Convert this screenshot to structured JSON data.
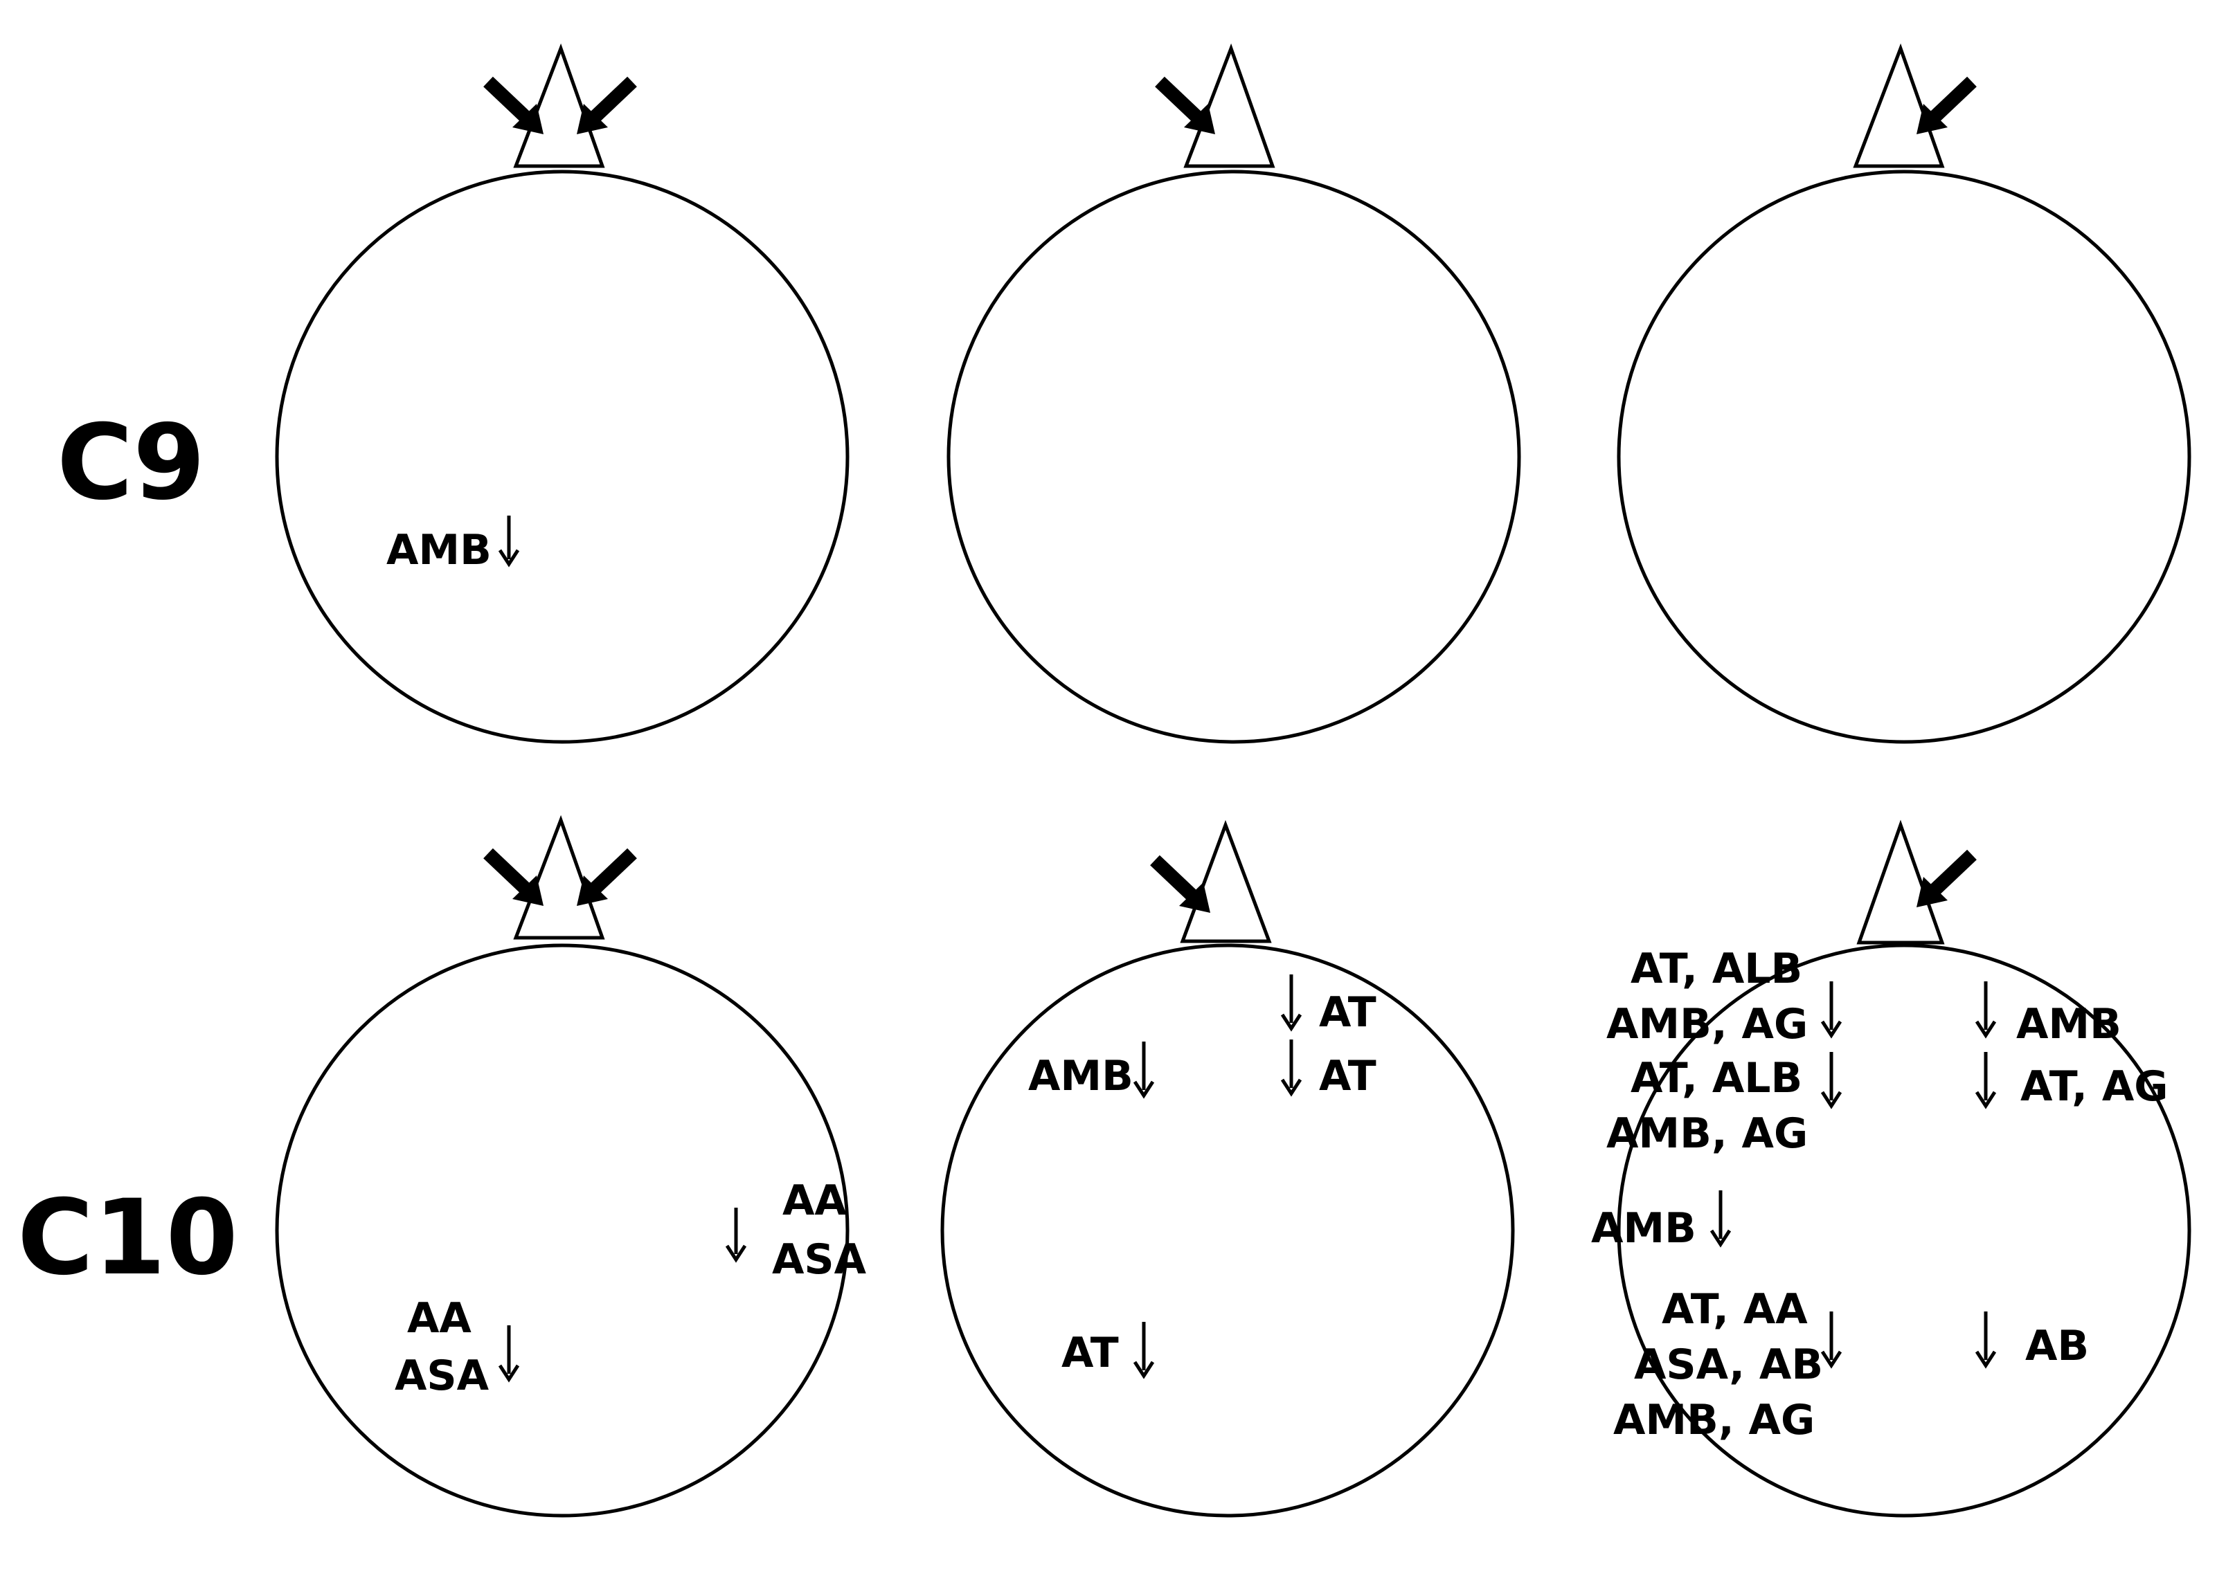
{
  "colors": {
    "stroke": "#000000",
    "background": "#ffffff"
  },
  "rows": [
    {
      "label": "C9",
      "panels": [
        {
          "arrows": [
            "left",
            "right"
          ],
          "annotations": [
            {
              "lines": [
                "AMB"
              ],
              "arrow_side": "right"
            }
          ]
        },
        {
          "arrows": [
            "left"
          ],
          "annotations": []
        },
        {
          "arrows": [
            "right"
          ],
          "annotations": []
        }
      ]
    },
    {
      "label": "C10",
      "panels": [
        {
          "arrows": [
            "left",
            "right"
          ],
          "annotations": [
            {
              "lines": [
                "AA",
                "ASA"
              ],
              "arrow_side": "left"
            },
            {
              "lines": [
                "AA",
                "ASA"
              ],
              "arrow_side": "right"
            }
          ]
        },
        {
          "arrows": [
            "left"
          ],
          "annotations": [
            {
              "lines": [
                "AT"
              ],
              "arrow_side": "left"
            },
            {
              "lines": [
                "AT"
              ],
              "arrow_side": "left"
            },
            {
              "lines": [
                "AMB"
              ],
              "arrow_side": "right"
            },
            {
              "lines": [
                "AT"
              ],
              "arrow_side": "right"
            }
          ]
        },
        {
          "arrows": [
            "right"
          ],
          "annotations": [
            {
              "lines": [
                "AT, ALB",
                "AMB, AG"
              ],
              "arrow_side": "right"
            },
            {
              "lines": [
                "AT, ALB",
                "AMB, AG"
              ],
              "arrow_side": "right"
            },
            {
              "lines": [
                "AMB"
              ],
              "arrow_side": "left"
            },
            {
              "lines": [
                "AT, AG"
              ],
              "arrow_side": "left"
            },
            {
              "lines": [
                "AMB"
              ],
              "arrow_side": "right"
            },
            {
              "lines": [
                "AT, AA",
                "ASA, AB",
                "AMB, AG"
              ],
              "arrow_side": "right"
            },
            {
              "lines": [
                "AB"
              ],
              "arrow_side": "left"
            }
          ]
        }
      ]
    }
  ]
}
